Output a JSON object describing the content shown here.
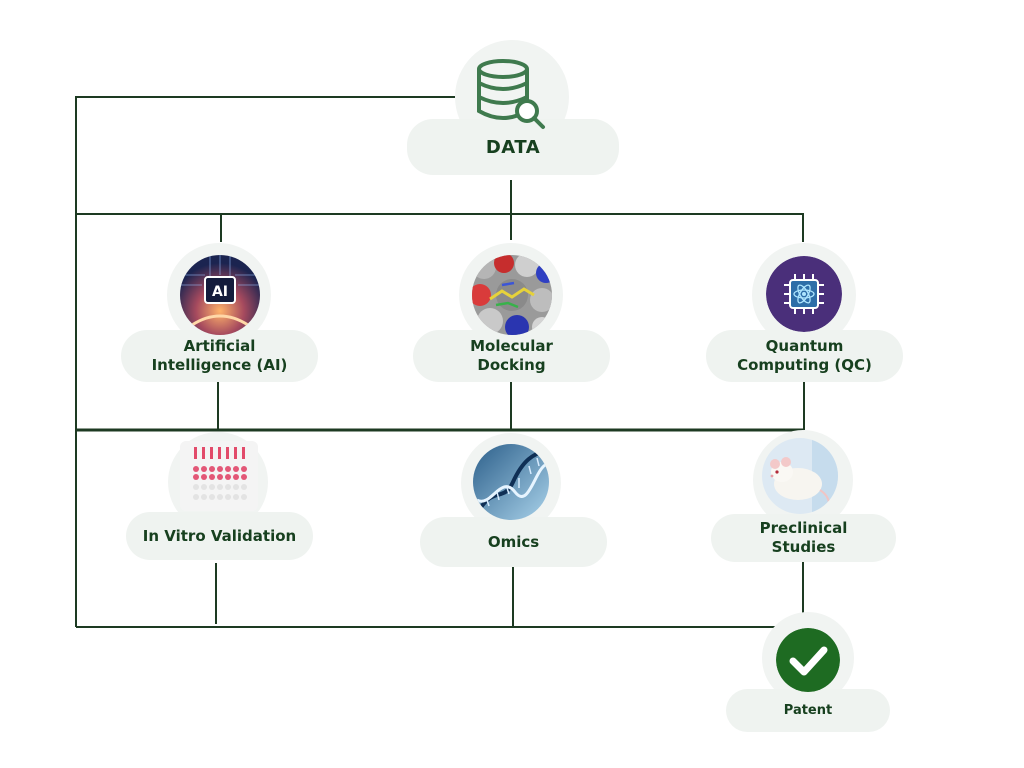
{
  "nodes": {
    "data": {
      "label": "DATA",
      "icon": "database-search-icon"
    },
    "ai": {
      "label": "Artificial\nIntelligence (AI)",
      "icon_text": "AI",
      "icon": "ai-chip-image"
    },
    "docking": {
      "label": "Molecular\nDocking",
      "icon": "molecular-surface-image"
    },
    "quantum": {
      "label": "Quantum\nComputing (QC)",
      "icon": "quantum-chip-icon"
    },
    "invitro": {
      "label": "In Vitro Validation",
      "icon": "well-plate-image"
    },
    "omics": {
      "label": "Omics",
      "icon": "dna-helix-image"
    },
    "preclinical": {
      "label": "Preclinical\nStudies",
      "icon": "lab-mouse-image"
    },
    "patent": {
      "label": "Patent",
      "icon": "checkmark-icon"
    }
  },
  "colors": {
    "line": "#1d3a22",
    "label": "#17401f",
    "pill": "#eff3f0",
    "check": "#1e6b22",
    "database_icon": "#3f7a4e",
    "quantum_bg": "#4a2f7a"
  }
}
